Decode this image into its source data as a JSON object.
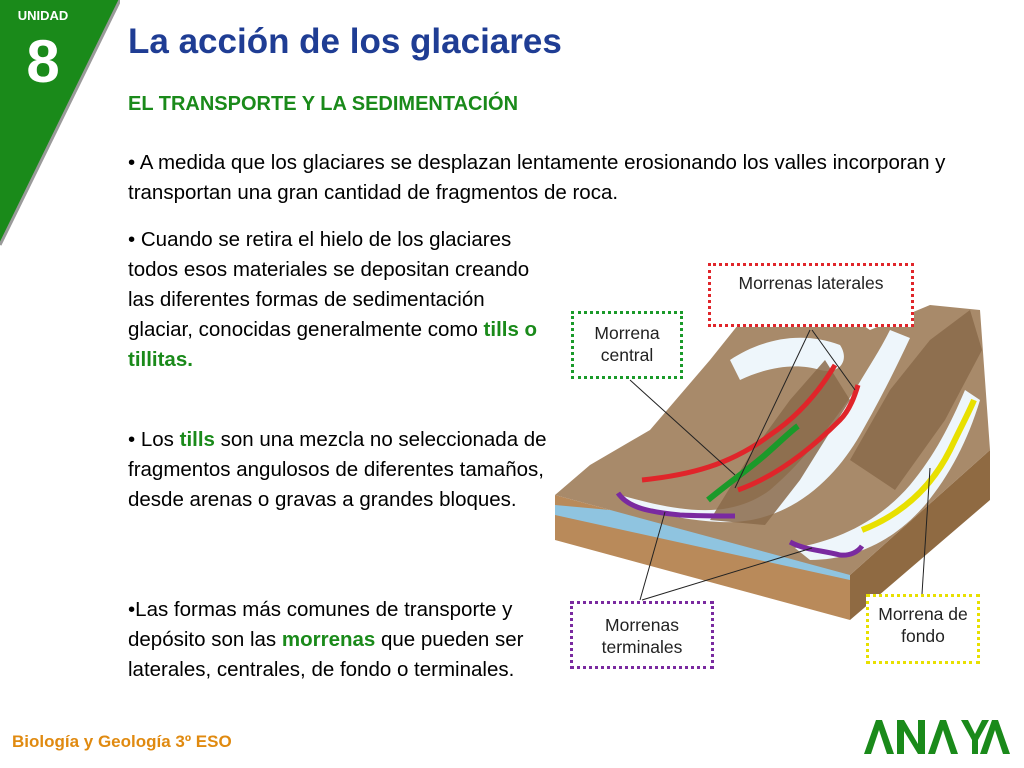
{
  "unit": {
    "label": "UNIDAD",
    "number": "8"
  },
  "title": "La acción de los glaciares",
  "subtitle": "EL TRANSPORTE Y LA SEDIMENTACIÓN",
  "paragraphs": {
    "p1": "• A medida que los glaciares se desplazan lentamente erosionando los valles incorporan y transportan una gran cantidad de fragmentos de roca.",
    "p2": {
      "before": "• Cuando se retira el hielo de los glaciares todos esos materiales se depositan creando las diferentes formas de sedimentación glaciar, conocidas generalmente como ",
      "highlight": "tills o tillitas."
    },
    "p3": {
      "before": "• Los ",
      "highlight": "tills",
      "after": " son una mezcla no seleccionada de fragmentos angulosos de diferentes tamaños, desde arenas o gravas a grandes bloques."
    },
    "p4": {
      "before": "•Las formas más comunes de transporte y depósito son las ",
      "highlight": "morrenas",
      "after": " que pueden ser laterales, centrales, de fondo o terminales."
    }
  },
  "diagram_labels": {
    "lateral": "Morrenas laterales",
    "central": "Morrena central",
    "terminal": "Morrenas terminales",
    "fondo": "Morrena de fondo"
  },
  "footer": "Biología y Geología 3º ESO",
  "logo": "ANAYA",
  "colors": {
    "title": "#1f3d94",
    "subtitle": "#1a8a1a",
    "unit_tab": "#1a8a1a",
    "footer": "#e08a10",
    "lateral": "#e0252a",
    "central": "#1a9a2a",
    "terminal": "#7a2aa0",
    "fondo": "#e8e000"
  }
}
